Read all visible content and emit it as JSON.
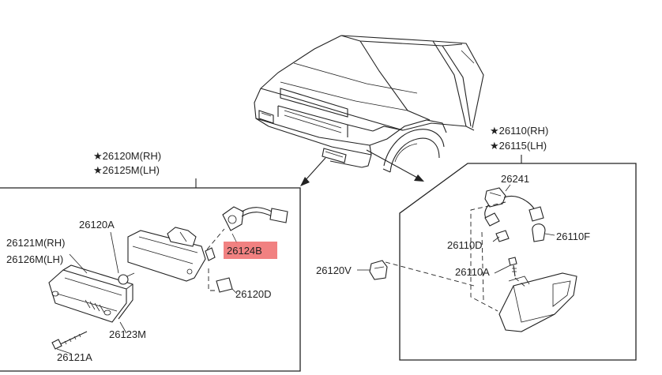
{
  "callouts": {
    "left_group_rh": "★26120M(RH)",
    "left_group_lh": "★26125M(LH)",
    "right_group_rh": "★26110(RH)",
    "right_group_lh": "★26115(LH)",
    "p26120A": "26120A",
    "p26121M_rh": "26121M(RH)",
    "p26126M_lh": "26126M(LH)",
    "p26123M": "26123M",
    "p26121A": "26121A",
    "p26124B": "26124B",
    "p26120D": "26120D",
    "p26120V": "26120V",
    "p26241": "26241",
    "p26110D": "26110D",
    "p26110F": "26110F",
    "p26110A": "26110A"
  },
  "highlight": {
    "part": "26124B",
    "color": "#ef6b6b"
  }
}
